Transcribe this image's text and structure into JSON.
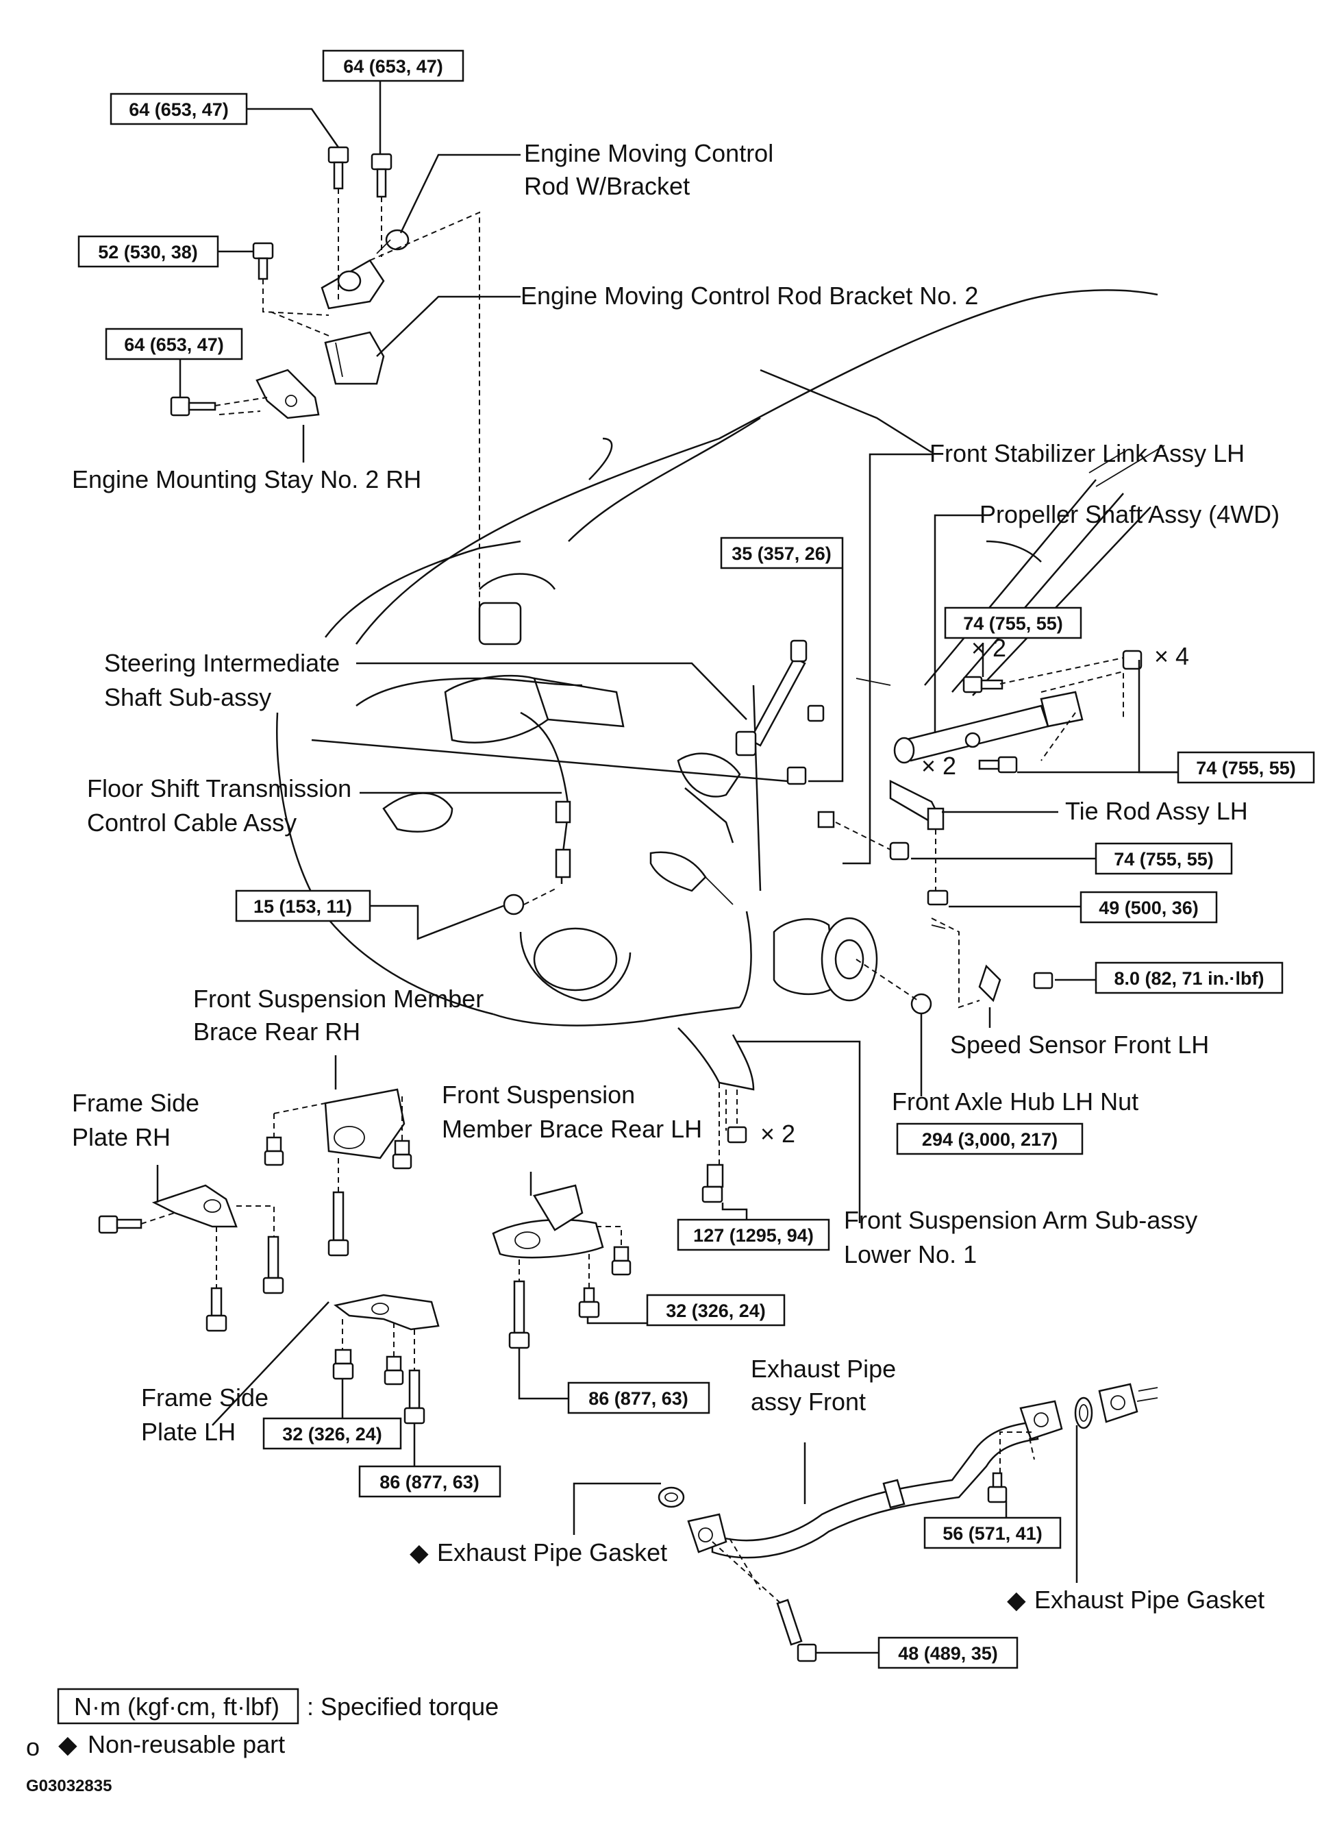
{
  "torque_specs": {
    "rod_bolt_top": "64 (653, 47)",
    "rod_bolt_left": "64 (653, 47)",
    "bracket_bolt": "52 (530, 38)",
    "stay_bolt": "64 (653, 47)",
    "intermediate_shaft_bolt": "35 (357, 26)",
    "propeller_upper_bolt": "74 (755, 55)",
    "propeller_lower_bolt": "74 (755, 55)",
    "stabilizer_nut": "74 (755, 55)",
    "tie_rod_nut": "49 (500, 36)",
    "speed_sensor_bolt": "8.0 (82, 71 in.·lbf)",
    "cable_nut": "15 (153, 11)",
    "axle_hub_nut": "294 (3,000, 217)",
    "arm_bolt": "127 (1295, 94)",
    "brace_lh_bolt": "32 (326, 24)",
    "brace_lh_long_bolt": "86 (877, 63)",
    "frame_lh_bolt": "32 (326, 24)",
    "frame_lh_long_bolt": "86 (877, 63)",
    "exhaust_flange_bolt": "56 (571, 41)",
    "exhaust_front_bolt": "48 (489, 35)"
  },
  "labels": {
    "rod_w_bracket_1": "Engine Moving Control",
    "rod_w_bracket_2": "Rod W/Bracket",
    "rod_bracket_no2": "Engine Moving Control Rod Bracket No. 2",
    "mounting_stay": "Engine Mounting Stay No. 2 RH",
    "stabilizer_link": "Front Stabilizer Link Assy LH",
    "propeller_shaft": "Propeller Shaft Assy (4WD)",
    "steering_shaft_1": "Steering Intermediate",
    "steering_shaft_2": "Shaft  Sub-assy",
    "shift_cable_1": "Floor Shift Transmission",
    "shift_cable_2": "Control Cable Assy",
    "tie_rod": "Tie Rod Assy LH",
    "speed_sensor": "Speed Sensor Front LH",
    "brace_rh_1": "Front Suspension Member",
    "brace_rh_2": "Brace Rear RH",
    "frame_rh_1": "Frame Side",
    "frame_rh_2": "Plate RH",
    "brace_lh_1": "Front Suspension",
    "brace_lh_2": "Member Brace Rear LH",
    "axle_hub_nut": "Front Axle Hub LH Nut",
    "lower_arm_1": "Front Suspension Arm  Sub-assy",
    "lower_arm_2": "Lower No. 1",
    "frame_lh_1": "Frame Side",
    "frame_lh_2": "Plate LH",
    "exhaust_pipe_1": "Exhaust Pipe",
    "exhaust_pipe_2": "assy Front",
    "gasket_left": "Exhaust Pipe Gasket",
    "gasket_right": "Exhaust Pipe Gasket"
  },
  "multipliers": {
    "prop_upper": "× 2",
    "prop_nut": "× 4",
    "prop_lower": "× 2",
    "arm": "× 2"
  },
  "legend": {
    "unit_box": "N·m (kgf·cm, ft·lbf)",
    "unit_desc": ": Specified torque",
    "marker": "o",
    "nonreusable_symbol": "◆",
    "nonreusable": "Non-reusable part"
  },
  "figure_id": "G03032835",
  "colors": {
    "ink": "#111111",
    "paper": "#ffffff"
  }
}
